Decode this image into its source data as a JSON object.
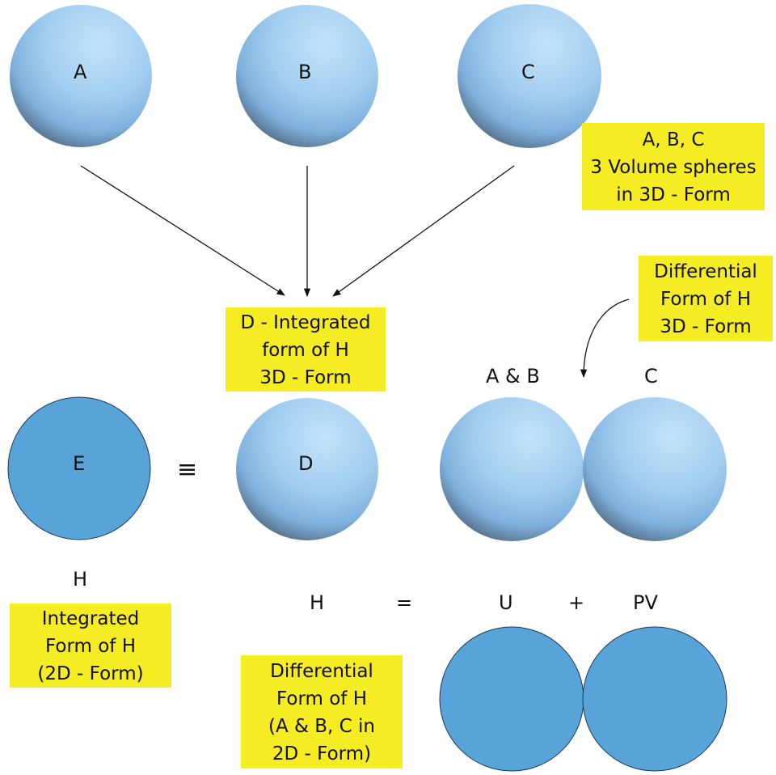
{
  "spheres": {
    "a": "A",
    "b": "B",
    "c": "C",
    "d": "D"
  },
  "circle_e": "E",
  "equiv_symbol": "≡",
  "diff_group": {
    "left_label": "A & B",
    "right_label": "C"
  },
  "equation": {
    "lhs": "H",
    "equals": "=",
    "term1": "U",
    "plus": "+",
    "term2": "PV"
  },
  "h_label": "H",
  "notes": {
    "abc": [
      "A, B, C",
      "3 Volume spheres",
      "in 3D - Form"
    ],
    "d_integrated": [
      "D - Integrated",
      "form of H",
      "3D - Form"
    ],
    "differential_3d": [
      "Differential",
      "Form of H",
      "3D - Form"
    ],
    "integrated_2d": [
      "Integrated",
      "Form of H",
      "(2D - Form)"
    ],
    "differential_2d": [
      "Differential",
      "Form of H",
      "(A & B, C in",
      "2D - Form)"
    ]
  },
  "colors": {
    "sphere_light": "#bfe0f7",
    "sphere_mid": "#8fc0ea",
    "sphere_dark": "#3e556d",
    "flat_circle": "#58a4d9",
    "note_yellow": "#f6ec23"
  }
}
